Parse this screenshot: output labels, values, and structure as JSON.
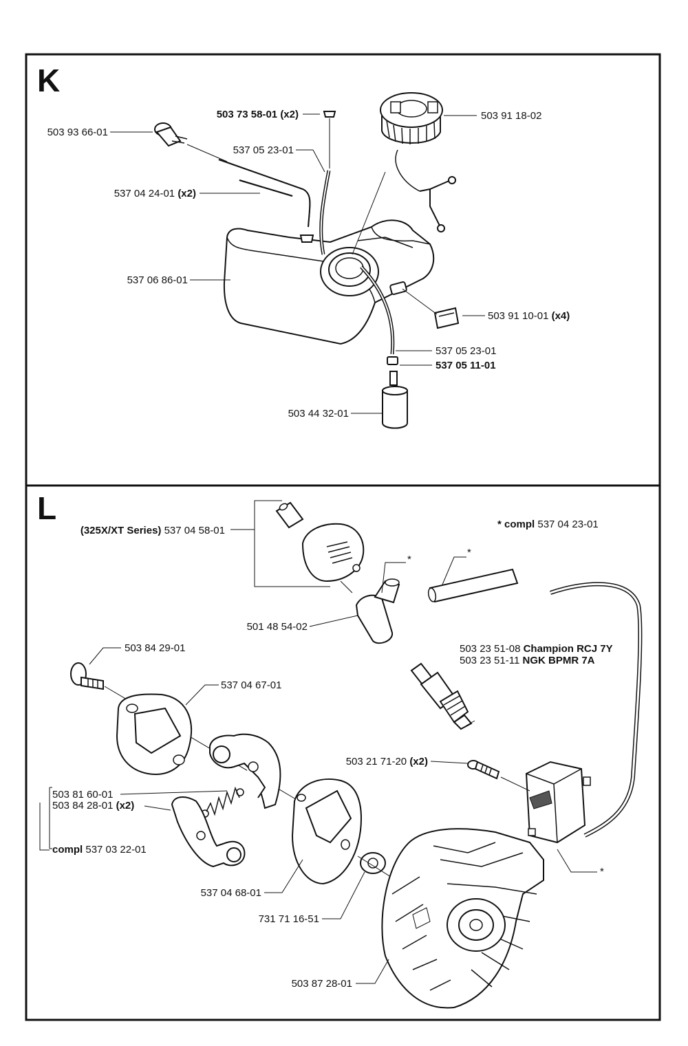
{
  "sections": {
    "k": {
      "letter": "K",
      "labels": {
        "cap_screw": "503 73 58-01",
        "cap_screw_qty": "(x2)",
        "fuel_cap": "503 91 18-02",
        "primer_bulb": "503 93 66-01",
        "hose_top": "537 05 23-01",
        "hose_pair": "537 04 24-01",
        "hose_pair_qty": "(x2)",
        "fuel_tank": "537 06 86-01",
        "rubber_pad": "503 91 10-01",
        "rubber_pad_qty": "(x4)",
        "fuel_hose": "537 05 23-01",
        "hose_ring": "537 05 11-01",
        "fuel_filter": "503 44 32-01"
      }
    },
    "l": {
      "letter": "L",
      "labels": {
        "series_note": "(325X/XT Series)",
        "boot_cover": "537 04 58-01",
        "compl_note_prefix": "* compl",
        "compl_note_num": "537 04 23-01",
        "star": "*",
        "plug_cap": "501 48 54-02",
        "spark_plug_1_num": "503 23 51-08",
        "spark_plug_1_brand": "Champion RCJ 7Y",
        "spark_plug_2_num": "503 23 51-11",
        "spark_plug_2_brand": "NGK BPMR 7A",
        "clutch_bolt": "503 84 29-01",
        "clutch_plate_top": "537 04 67-01",
        "screw": "503 21 71-20",
        "screw_qty": "(x2)",
        "spring": "503 81 60-01",
        "clutch_shoe": "503 84 28-01",
        "clutch_shoe_qty": "(x2)",
        "clutch_compl_prefix": "compl",
        "clutch_compl_num": "537 03 22-01",
        "clutch_plate_bottom": "537 04 68-01",
        "washer": "731 71 16-51",
        "flywheel": "503 87 28-01"
      }
    }
  }
}
